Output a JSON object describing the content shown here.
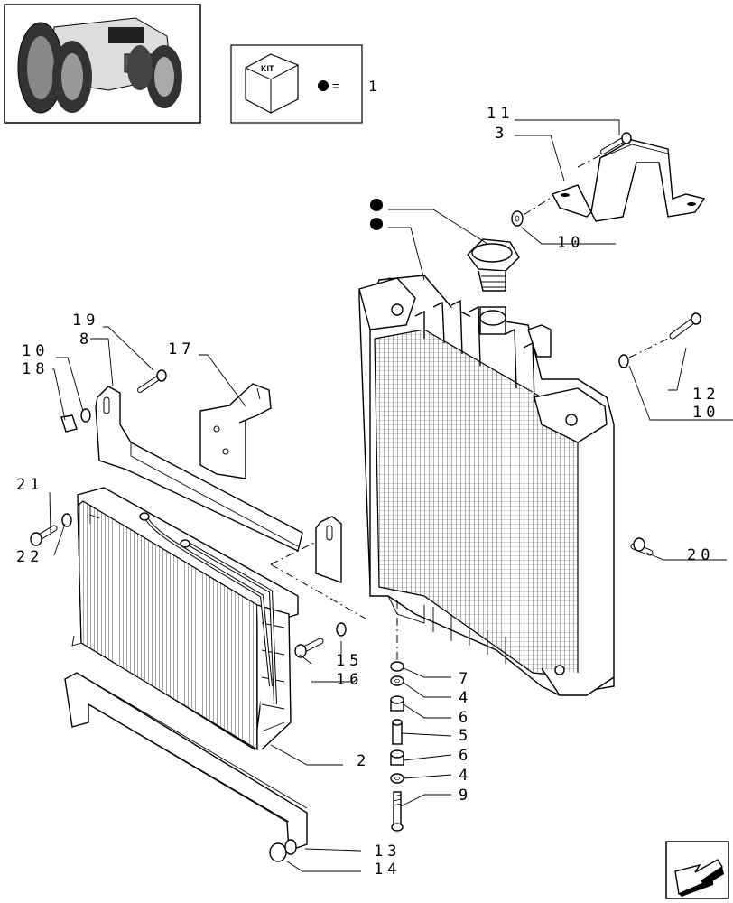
{
  "kit_box": {
    "kit_label": "KIT",
    "equals": "=",
    "kit_count": "1"
  },
  "callouts": {
    "c11": "11",
    "c3": "3",
    "c10a": "10",
    "c12": "12",
    "c10b": "10",
    "c20": "20",
    "c19": "19",
    "c8": "8",
    "c17": "17",
    "c10c": "10",
    "c18": "18",
    "c21": "21",
    "c22": "22",
    "c15": "15",
    "c16": "16",
    "c7": "7",
    "c4a": "4",
    "c6a": "6",
    "c5": "5",
    "c6b": "6",
    "c4b": "4",
    "c9": "9",
    "c2": "2",
    "c13": "13",
    "c14": "14"
  },
  "colors": {
    "line": "#000000",
    "fill": "#ffffff",
    "shade": "#f2f2f2"
  },
  "icons": {
    "thumbnail": "tractor-thumbnail-icon",
    "kit": "kit-box-icon",
    "nav": "back-arrow-icon"
  }
}
